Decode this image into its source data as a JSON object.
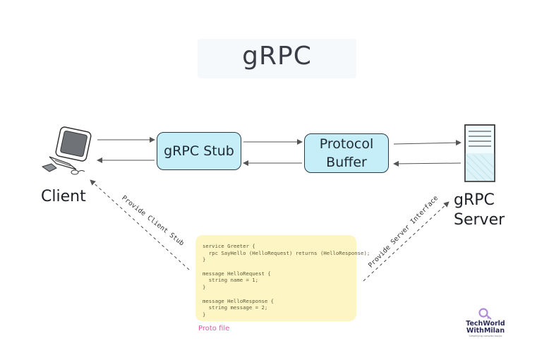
{
  "title": "gRPC",
  "nodes": {
    "client": "Client",
    "stub": "gRPC Stub",
    "protocol_buffer": [
      "Protocol",
      "Buffer"
    ],
    "server": [
      "gRPC",
      "Server"
    ]
  },
  "edges": {
    "client_stub": "Provide Client Stub",
    "server_interface": "Provide Server Interface"
  },
  "proto_file": {
    "caption": "Proto file",
    "lines": [
      "service Greeter {",
      "  rpc SayHello (HelloRequest) returns (HelloResponse);",
      "}",
      "",
      "message HelloRequest {",
      "  string name = 1;",
      "}",
      "",
      "message HelloResponse {",
      "  string message = 2;",
      "}"
    ]
  },
  "logo": {
    "line1": "TechWorld",
    "line2": "WithMilan",
    "tagline": "Simplifying complex topics"
  },
  "colors": {
    "box_fill": "#c6eef8",
    "proto_fill": "#fdf6c4",
    "caption": "#e05aa6",
    "logo": "#2b2a55",
    "logo_icon": "#b18ad9"
  }
}
